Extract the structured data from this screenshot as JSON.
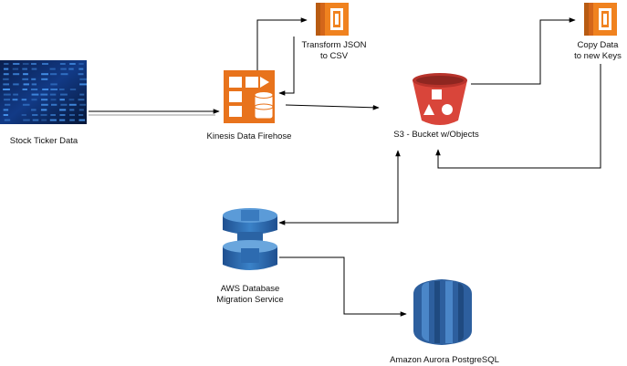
{
  "nodes": {
    "ticker": {
      "label": "Stock Ticker Data",
      "icon": "stock-ticker-image"
    },
    "firehose": {
      "label": "Kinesis Data Firehose",
      "icon": "kinesis-firehose-icon"
    },
    "transform": {
      "line1": "Transform JSON",
      "line2": "to CSV",
      "icon": "lambda-icon"
    },
    "s3": {
      "label": "S3 - Bucket w/Objects",
      "icon": "s3-bucket-icon"
    },
    "copy": {
      "line1": "Copy Data",
      "line2": "to new Keys",
      "icon": "lambda-icon"
    },
    "dms": {
      "line1": "AWS Database",
      "line2": "Migration Service",
      "icon": "dms-icon"
    },
    "aurora": {
      "label": "Amazon Aurora PostgreSQL",
      "icon": "aurora-icon"
    }
  },
  "colors": {
    "lambda_orange": "#E8731C",
    "s3_red": "#D9453A",
    "dms_blue": "#2E6FB4",
    "aurora_blue": "#2D5F9E",
    "ticker_blue": "#0B2A66",
    "arrow": "#000000"
  }
}
